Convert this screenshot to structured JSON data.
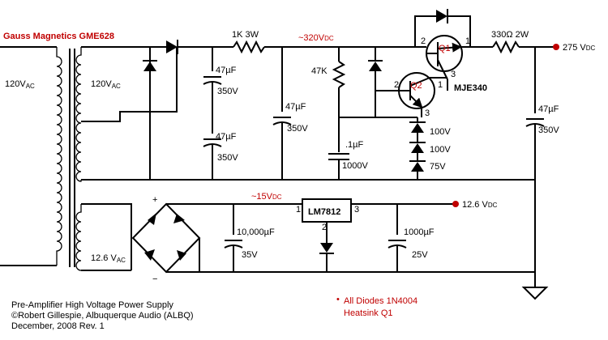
{
  "transformer": {
    "name": "Gauss Magnetics GME628",
    "primary_voltage": "120V",
    "primary_sub": "AC",
    "secondary_voltage": "120V",
    "secondary_sub": "AC",
    "low_voltage": "12.6 V",
    "low_sub": "AC"
  },
  "hv": {
    "resistor_1k": "1K 3W",
    "node_voltage": "~320V",
    "node_sub": "DC",
    "cap1_value": "47µF",
    "cap1_voltage": "350V",
    "cap2_value": "47µF",
    "cap2_voltage": "350V",
    "cap3_value": "47µF",
    "cap3_voltage": "350V",
    "resistor_47k": "47K",
    "cap_small_value": ".1µF",
    "cap_small_voltage": "1000V",
    "zener1": "100V",
    "zener2": "100V",
    "zener3": "75V",
    "q1_label": "Q1",
    "q2_label": "Q2",
    "q1_pin2": "2",
    "q1_pin1": "1",
    "q1_pin3": "3",
    "q2_pin2": "2",
    "q2_pin1": "1",
    "q2_pin3": "3",
    "transistor_type": "MJE340",
    "resistor_330": "330Ω  2W",
    "output_voltage": "275 V",
    "output_sub": "DC",
    "out_cap_value": "47µF",
    "out_cap_voltage": "350V"
  },
  "lv": {
    "bridge_plus": "+",
    "bridge_minus": "−",
    "node_voltage": "~15V",
    "node_sub": "DC",
    "cap1_value": "10,000µF",
    "cap1_voltage": "35V",
    "regulator": "LM7812",
    "reg_pin1": "1",
    "reg_pin2": "2",
    "reg_pin3": "3",
    "cap2_value": "1000µF",
    "cap2_voltage": "25V",
    "output_voltage": "12.6 V",
    "output_sub": "DC"
  },
  "notes": {
    "line1": "Pre-Amplifier High Voltage Power Supply",
    "line2": "©Robert Gillespie, Albuquerque Audio (ALBQ)",
    "line3": "December, 2008    Rev. 1",
    "note1": "All Diodes 1N4004",
    "note2": "Heatsink Q1"
  },
  "colors": {
    "accent": "#c00000",
    "wire": "#000000"
  }
}
